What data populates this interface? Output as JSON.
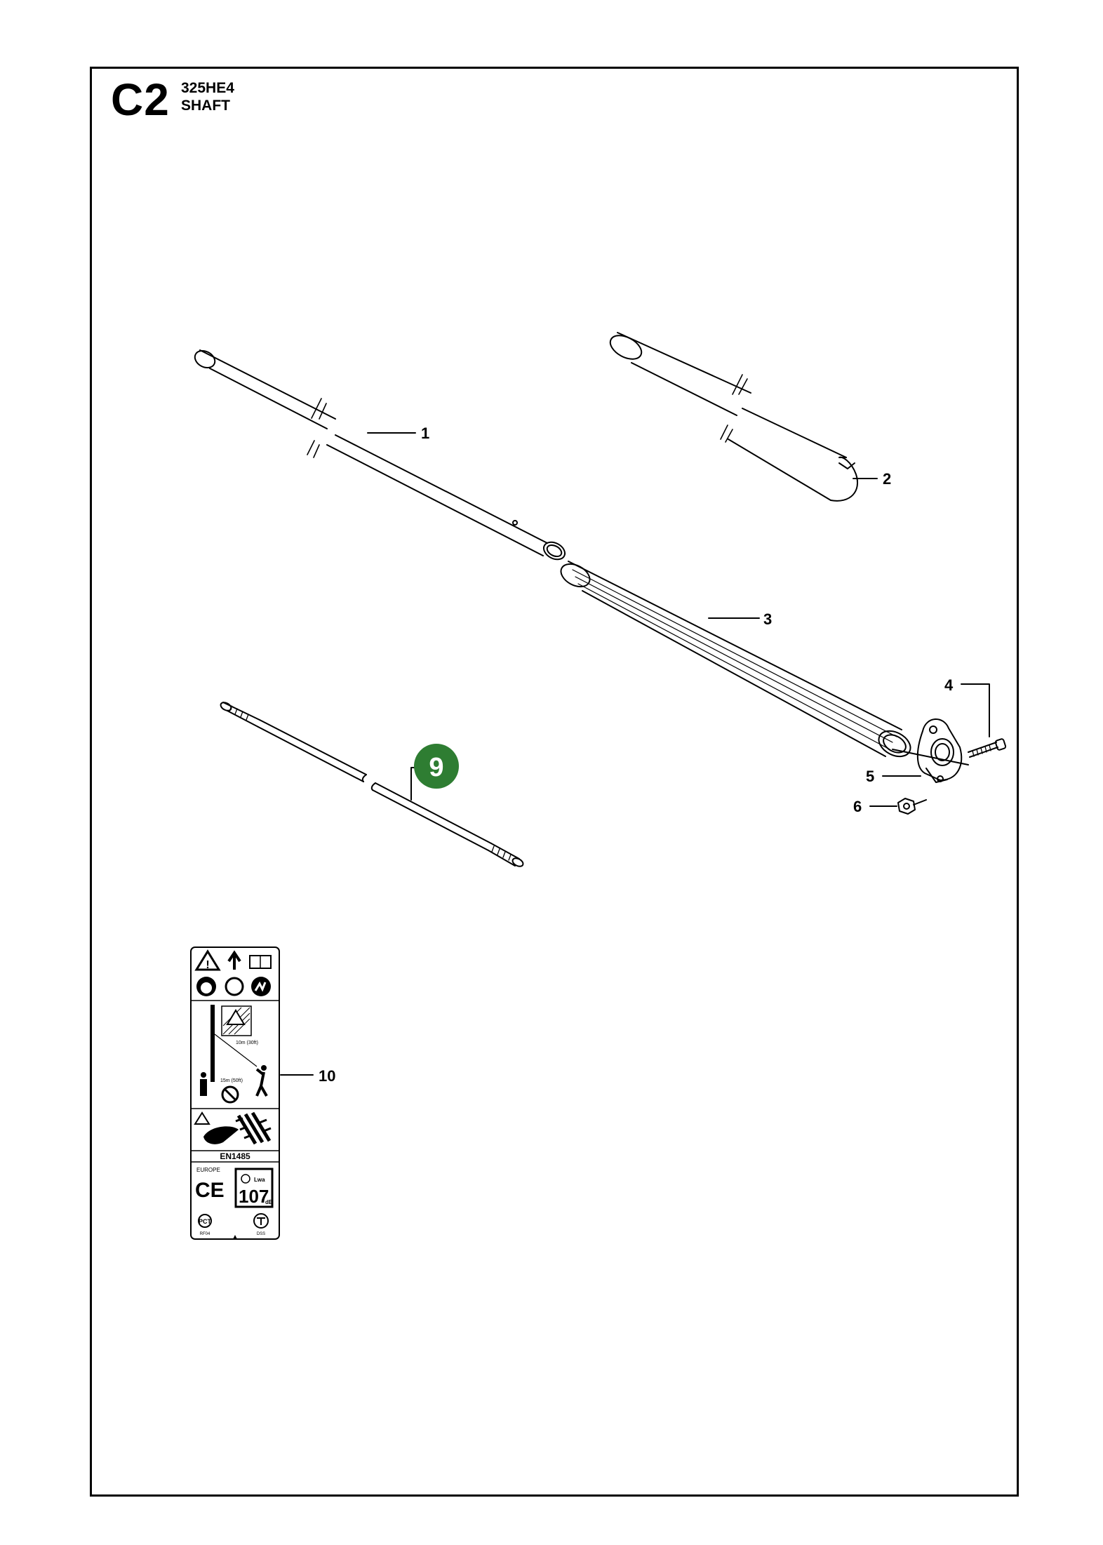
{
  "header": {
    "section_code": "C2",
    "model": "325HE4",
    "title": "SHAFT"
  },
  "callouts": [
    {
      "id": "1",
      "part": "inner-tube"
    },
    {
      "id": "2",
      "part": "outer-tube"
    },
    {
      "id": "3",
      "part": "grip-sleeve"
    },
    {
      "id": "4",
      "part": "screw"
    },
    {
      "id": "5",
      "part": "clamp"
    },
    {
      "id": "6",
      "part": "nut"
    },
    {
      "id": "9",
      "part": "drive-shaft",
      "highlighted": true
    },
    {
      "id": "10",
      "part": "warning-decal"
    }
  ],
  "decal": {
    "distance_1": "15m (50ft)",
    "distance_2": "10m (30ft)",
    "standard": "EN1485",
    "region": "EUROPE",
    "ce_mark": "CE",
    "sound_level_label": "Lwa",
    "sound_level": "107",
    "sound_unit": "dB",
    "cert_1": "PCT",
    "cert_1_sub": "RF04",
    "cert_2_sub": "DSS"
  },
  "colors": {
    "highlight": "#2e7d32",
    "line": "#000000",
    "background": "#ffffff"
  }
}
